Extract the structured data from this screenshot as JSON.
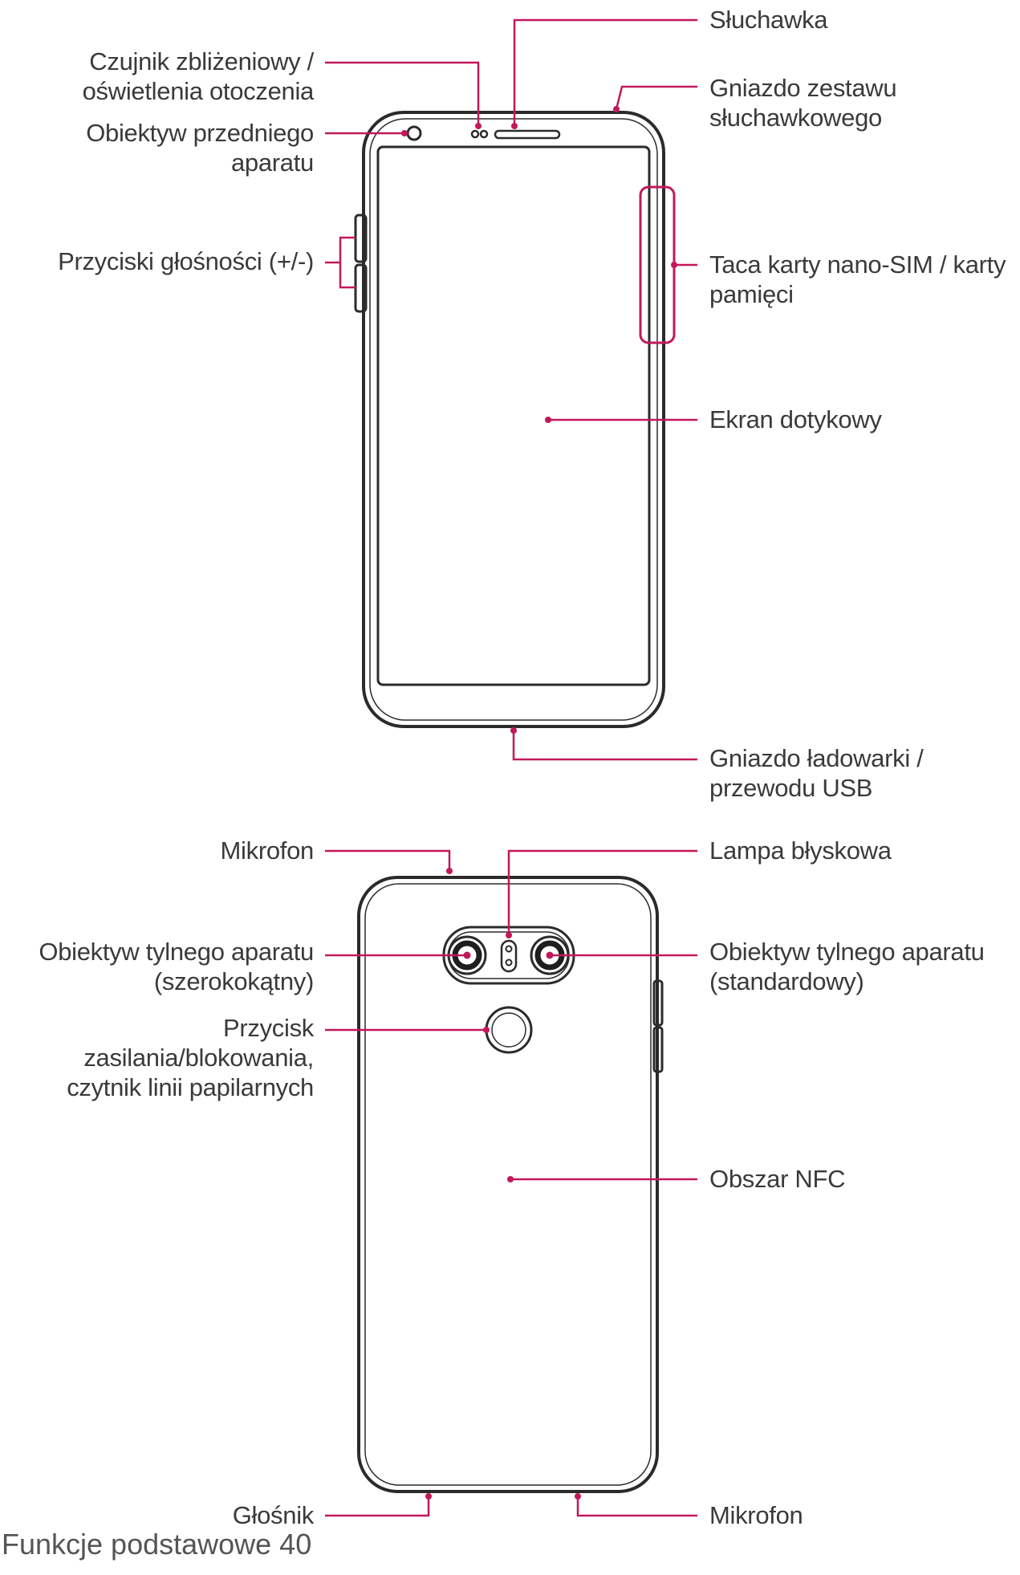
{
  "labels": {
    "proximity_sensor": [
      "Czujnik zbliżeniowy /",
      "oświetlenia otoczenia"
    ],
    "front_camera": [
      "Obiektyw przedniego",
      "aparatu"
    ],
    "volume_buttons": [
      "Przyciski głośności (+/-)"
    ],
    "earpiece": [
      "Słuchawka"
    ],
    "headset_jack": [
      "Gniazdo zestawu",
      "słuchawkowego"
    ],
    "sim_tray": [
      "Taca karty nano-SIM / karty",
      "pamięci"
    ],
    "touch_screen": [
      "Ekran dotykowy"
    ],
    "charger_port": [
      "Gniazdo ładowarki /",
      "przewodu USB"
    ],
    "microphone_top": [
      "Mikrofon"
    ],
    "flash": [
      "Lampa błyskowa"
    ],
    "rear_camera_wide": [
      "Obiektyw tylnego aparatu",
      "(szerokokątny)"
    ],
    "rear_camera_standard": [
      "Obiektyw tylnego aparatu",
      "(standardowy)"
    ],
    "power_button": [
      "Przycisk",
      "zasilania/blokowania,",
      "czytnik linii papilarnych"
    ],
    "nfc_area": [
      "Obszar NFC"
    ],
    "speaker": [
      "Głośnik"
    ],
    "microphone_bottom": [
      "Mikrofon"
    ]
  },
  "footer": {
    "text": "Funkcje podstawowe 40"
  },
  "colors": {
    "leader": "#c2185b",
    "outline": "#2b2b2b",
    "text": "#3a3a3a"
  }
}
